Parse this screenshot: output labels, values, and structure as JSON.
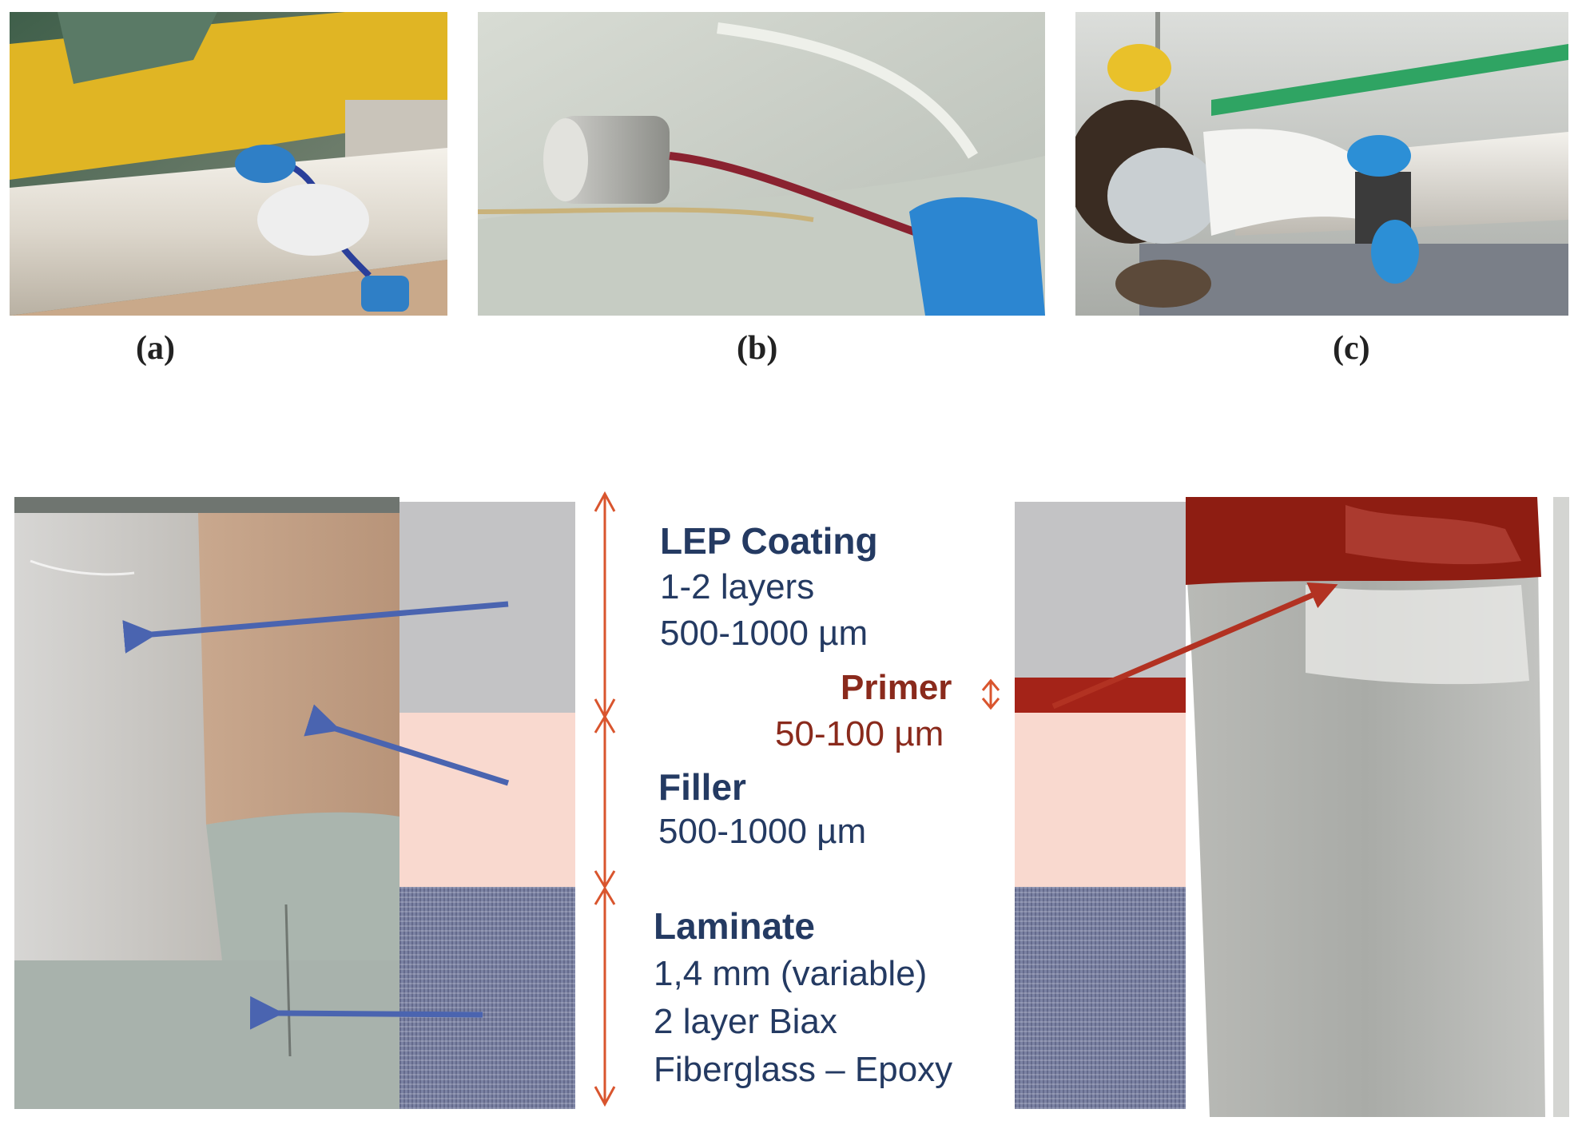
{
  "panels": [
    {
      "label": "(a)"
    },
    {
      "label": "(b)"
    },
    {
      "label": "(c)"
    }
  ],
  "layers": {
    "lep": {
      "title": "LEP Coating",
      "line1": "1-2 layers",
      "line2": "500-1000 µm"
    },
    "primer": {
      "title": "Primer",
      "line1": "50-100 µm"
    },
    "filler": {
      "title": "Filler",
      "line1": "500-1000 µm"
    },
    "laminate": {
      "title": "Laminate",
      "line1": "1,4 mm (variable)",
      "line2": "2 layer Biax",
      "line3": "Fiberglass – Epoxy"
    }
  },
  "colors": {
    "lep_layer": "#c3c3c5",
    "filler_layer": "#f9d9cf",
    "primer_layer": "#a42318",
    "laminate_layer": "#7b82a3",
    "dimension_arrow": "#d9552e",
    "pointer_arrow_blue": "#4a64b0",
    "pointer_arrow_red": "#b23222"
  }
}
